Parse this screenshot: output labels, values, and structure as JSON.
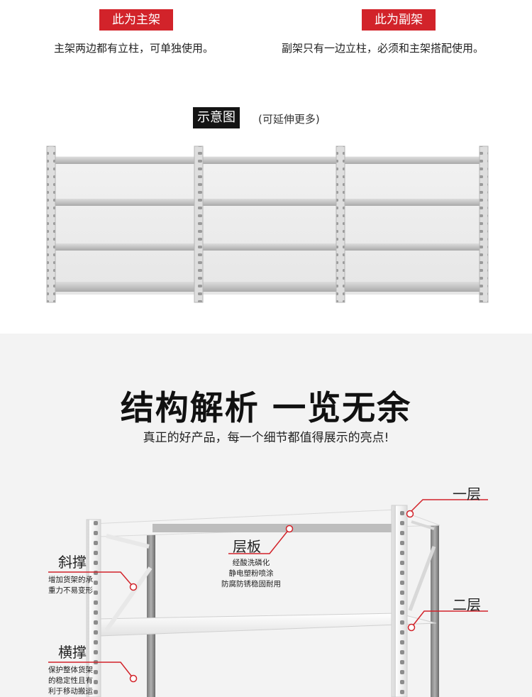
{
  "top": {
    "main_frame": {
      "badge": "此为主架",
      "desc": "主架两边都有立柱，可单独使用。"
    },
    "sub_frame": {
      "badge": "此为副架",
      "desc": "副架只有一边立柱，必须和主架搭配使用。"
    },
    "diagram": {
      "badge": "示意图",
      "note": "(可延伸更多)"
    }
  },
  "structure": {
    "title": "结构解析 一览无余",
    "subtitle": "真正的好产品，每一个细节都值得展示的亮点!",
    "labels": {
      "layer1": "一层",
      "layer2": "二层",
      "shelf": {
        "title": "层板",
        "lines": [
          "经酸洗磷化",
          "静电塑粉喷涂",
          "防腐防锈稳固耐用"
        ]
      },
      "diagonal": {
        "title": "斜撑",
        "lines": [
          "增加货架的承",
          "重力不易变形"
        ]
      },
      "crossbar": {
        "title": "横撑",
        "lines": [
          "保护整体货架",
          "的稳定性且有",
          "利于移动搬运"
        ]
      }
    }
  },
  "colors": {
    "accent": "#d2232a",
    "dark": "#141414",
    "gray_bg": "#f3f3f3"
  }
}
